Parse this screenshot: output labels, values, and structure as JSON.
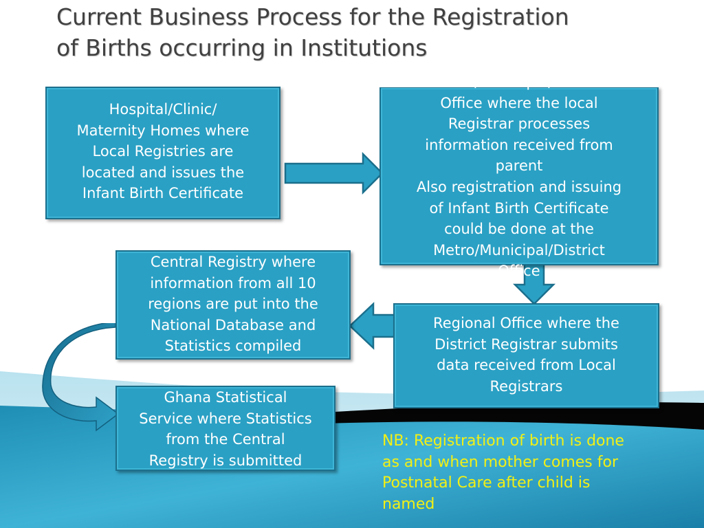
{
  "title": {
    "line1": "Current Business Process for the Registration",
    "line2": "of Births occurring in Institutions"
  },
  "boxes": {
    "hospital": [
      "Hospital/Clinic/",
      "Maternity Homes where",
      "Local Registries are",
      "located and  issues the",
      "Infant Birth Certificate"
    ],
    "district_office": [
      "Metro/Municipal/District",
      "Office where the local",
      "Registrar processes",
      "information received from",
      "parent",
      "Also  registration and issuing",
      "of  Infant Birth Certificate",
      "could be done at the",
      "Metro/Municipal/District",
      "Office"
    ],
    "central_registry": [
      "Central Registry where",
      "information from all 10",
      "regions are put into the",
      "National Database and",
      "Statistics compiled"
    ],
    "regional_office": [
      "Regional Office where the",
      "District Registrar  submits",
      "data received from Local",
      "Registrars"
    ],
    "ghana_statistical": [
      "Ghana Statistical",
      "Service where Statistics",
      "from the Central",
      "Registry is submitted"
    ]
  },
  "note": [
    "NB: Registration of birth is done",
    "as and when mother comes for",
    "Postnatal Care after child is",
    "named"
  ],
  "colors": {
    "box_fill": "#2aa0c4",
    "box_border": "#1b6f8c",
    "note_text": "#f3f014",
    "title_text": "#404040"
  }
}
